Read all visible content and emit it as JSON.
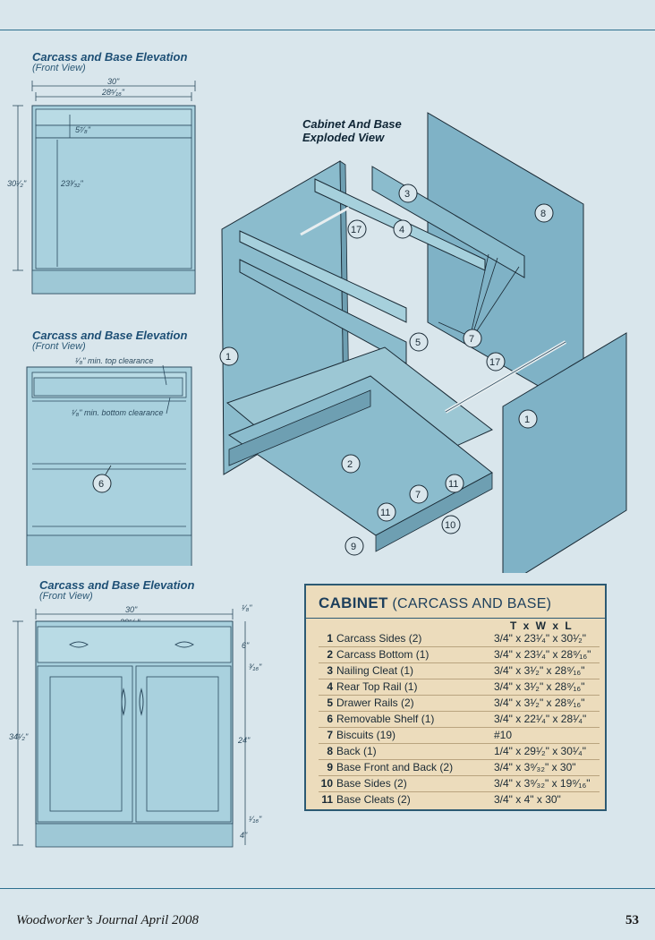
{
  "figures": {
    "elevation_1": {
      "title": "Carcass and Base Elevation",
      "subtitle": "(Front View)",
      "dims": {
        "outer_width": "30\"",
        "inner_width": "28⁵⁄₁₆\"",
        "rail": "5⁷⁄₈\"",
        "opening": "23³⁄₃₂\"",
        "height": "30¹⁄₂\""
      }
    },
    "elevation_2": {
      "title": "Carcass and Base Elevation",
      "subtitle": "(Front View)",
      "labels": {
        "top_clearance": "¹⁄₈\" min. top clearance",
        "bottom_clearance": "¹⁄₈\" min. bottom clearance",
        "shelf_callout": "6"
      }
    },
    "elevation_3": {
      "title": "Carcass and Base Elevation",
      "subtitle": "(Front View)",
      "dims": {
        "outer_width": "30\"",
        "inner_width": "29⁵⁄₈\"",
        "height": "34¹⁄₂\"",
        "top_gap": "¹⁄₈\"",
        "drawer": "6\"",
        "gap": "³⁄₁₆\"",
        "doors": "24\"",
        "bottom_gap": "¹⁄₁₆\"",
        "base": "4\""
      }
    },
    "exploded": {
      "title_line1": "Cabinet And Base",
      "title_line2": "Exploded View",
      "callouts": [
        "1",
        "1",
        "2",
        "3",
        "4",
        "5",
        "7",
        "7",
        "8",
        "9",
        "10",
        "11",
        "11",
        "17",
        "17"
      ]
    }
  },
  "cutlist": {
    "title_main": "CABINET",
    "title_sub": "(CARCASS AND BASE)",
    "column_header": "T x W x L",
    "rows": [
      {
        "num": "1",
        "part": "Carcass Sides (2)",
        "dims": "3/4\" x 23¹⁄₄\" x 30¹⁄₂\""
      },
      {
        "num": "2",
        "part": "Carcass Bottom (1)",
        "dims": "3/4\" x 23¹⁄₄\" x 28⁹⁄₁₆\""
      },
      {
        "num": "3",
        "part": "Nailing Cleat (1)",
        "dims": "3/4\" x 3¹⁄₂\" x 28⁹⁄₁₆\""
      },
      {
        "num": "4",
        "part": "Rear Top Rail (1)",
        "dims": "3/4\" x 3¹⁄₂\" x 28⁹⁄₁₆\""
      },
      {
        "num": "5",
        "part": "Drawer Rails (2)",
        "dims": "3/4\" x 3¹⁄₂\" x 28⁹⁄₁₆\""
      },
      {
        "num": "6",
        "part": "Removable Shelf (1)",
        "dims": "3/4\" x 22¹⁄₄\" x 28¹⁄₄\""
      },
      {
        "num": "7",
        "part": "Biscuits (19)",
        "dims": "#10"
      },
      {
        "num": "8",
        "part": "Back (1)",
        "dims": "1/4\" x 29¹⁄₂\" x 30¹⁄₄\""
      },
      {
        "num": "9",
        "part": "Base Front and Back (2)",
        "dims": "3/4\" x 3⁹⁄₃₂\" x 30\""
      },
      {
        "num": "10",
        "part": "Base Sides (2)",
        "dims": "3/4\" x 3⁹⁄₃₂\" x 19⁹⁄₁₆\""
      },
      {
        "num": "11",
        "part": "Base Cleats (2)",
        "dims": "3/4\" x 4\" x 30\""
      }
    ]
  },
  "footer": {
    "publication": "Woodworker’s Journal  April 2008",
    "page_number": "53"
  }
}
